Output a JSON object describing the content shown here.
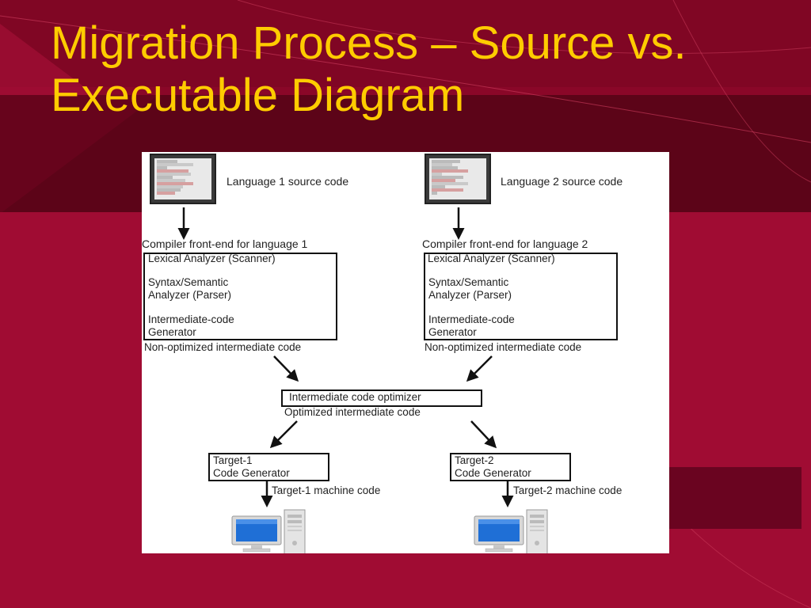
{
  "title": "Migration Process – Source vs. Executable Diagram",
  "colors": {
    "background": "#9c0a30",
    "title": "#ffcc00",
    "diagram_bg": "#ffffff",
    "monitor_screen": "#1f6fd6"
  },
  "diagram": {
    "left_column": {
      "source_label": "Language 1 source code",
      "frontend_label": "Compiler front-end for language 1",
      "lexical": "Lexical Analyzer (Scanner)",
      "syntax_line1": "Syntax/Semantic",
      "syntax_line2": "Analyzer (Parser)",
      "intermediate_line1": "Intermediate-code",
      "intermediate_line2": "Generator",
      "output_label": "Non-optimized intermediate code"
    },
    "right_column": {
      "source_label": "Language 2 source code",
      "frontend_label": "Compiler front-end for language 2",
      "lexical": "Lexical Analyzer (Scanner)",
      "syntax_line1": "Syntax/Semantic",
      "syntax_line2": "Analyzer (Parser)",
      "intermediate_line1": "Intermediate-code",
      "intermediate_line2": "Generator",
      "output_label": "Non-optimized intermediate code"
    },
    "optimizer": {
      "box_label": "Intermediate code optimizer",
      "output_label": "Optimized intermediate code"
    },
    "target1": {
      "line1": "Target-1",
      "line2": "Code Generator",
      "output_label": "Target-1 machine code"
    },
    "target2": {
      "line1": "Target-2",
      "line2": "Code Generator",
      "output_label": "Target-2 machine code"
    }
  }
}
